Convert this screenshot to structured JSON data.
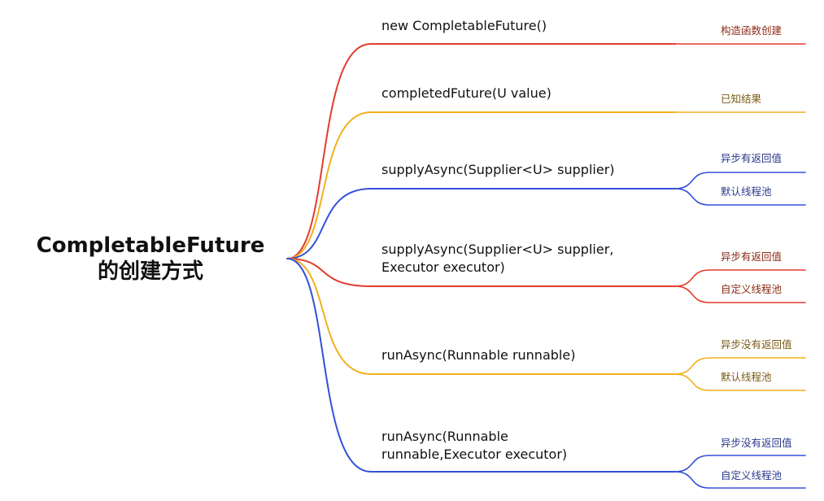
{
  "root": {
    "title_line1": "CompletableFuture",
    "title_line2": "的创建方式"
  },
  "branches": [
    {
      "line1": "new CompletableFuture()",
      "line2": "",
      "color": "#e23c2d",
      "leaves": [
        {
          "label": "构造函数创建",
          "color": "#8b2a17"
        }
      ]
    },
    {
      "line1": "completedFuture(U value)",
      "line2": "",
      "color": "#f2b01e",
      "leaves": [
        {
          "label": "已知结果",
          "color": "#7a5a12"
        }
      ]
    },
    {
      "line1": "supplyAsync(Supplier<U> supplier)",
      "line2": "",
      "color": "#3550d8",
      "leaves": [
        {
          "label": "异步有返回值",
          "color": "#2a3a8a"
        },
        {
          "label": "默认线程池",
          "color": "#2a3a8a"
        }
      ]
    },
    {
      "line1": "supplyAsync(Supplier<U> supplier,",
      "line2": "Executor executor)",
      "color": "#e23c2d",
      "leaves": [
        {
          "label": "异步有返回值",
          "color": "#8b2a17"
        },
        {
          "label": "自定义线程池",
          "color": "#8b2a17"
        }
      ]
    },
    {
      "line1": "runAsync(Runnable runnable)",
      "line2": "",
      "color": "#f2b01e",
      "leaves": [
        {
          "label": "异步没有返回值",
          "color": "#7a5a12"
        },
        {
          "label": "默认线程池",
          "color": "#7a5a12"
        }
      ]
    },
    {
      "line1": "runAsync(Runnable",
      "line2": "runnable,Executor executor)",
      "color": "#3550d8",
      "leaves": [
        {
          "label": "异步没有返回值",
          "color": "#2a3a8a"
        },
        {
          "label": "自定义线程池",
          "color": "#2a3a8a"
        }
      ]
    }
  ]
}
